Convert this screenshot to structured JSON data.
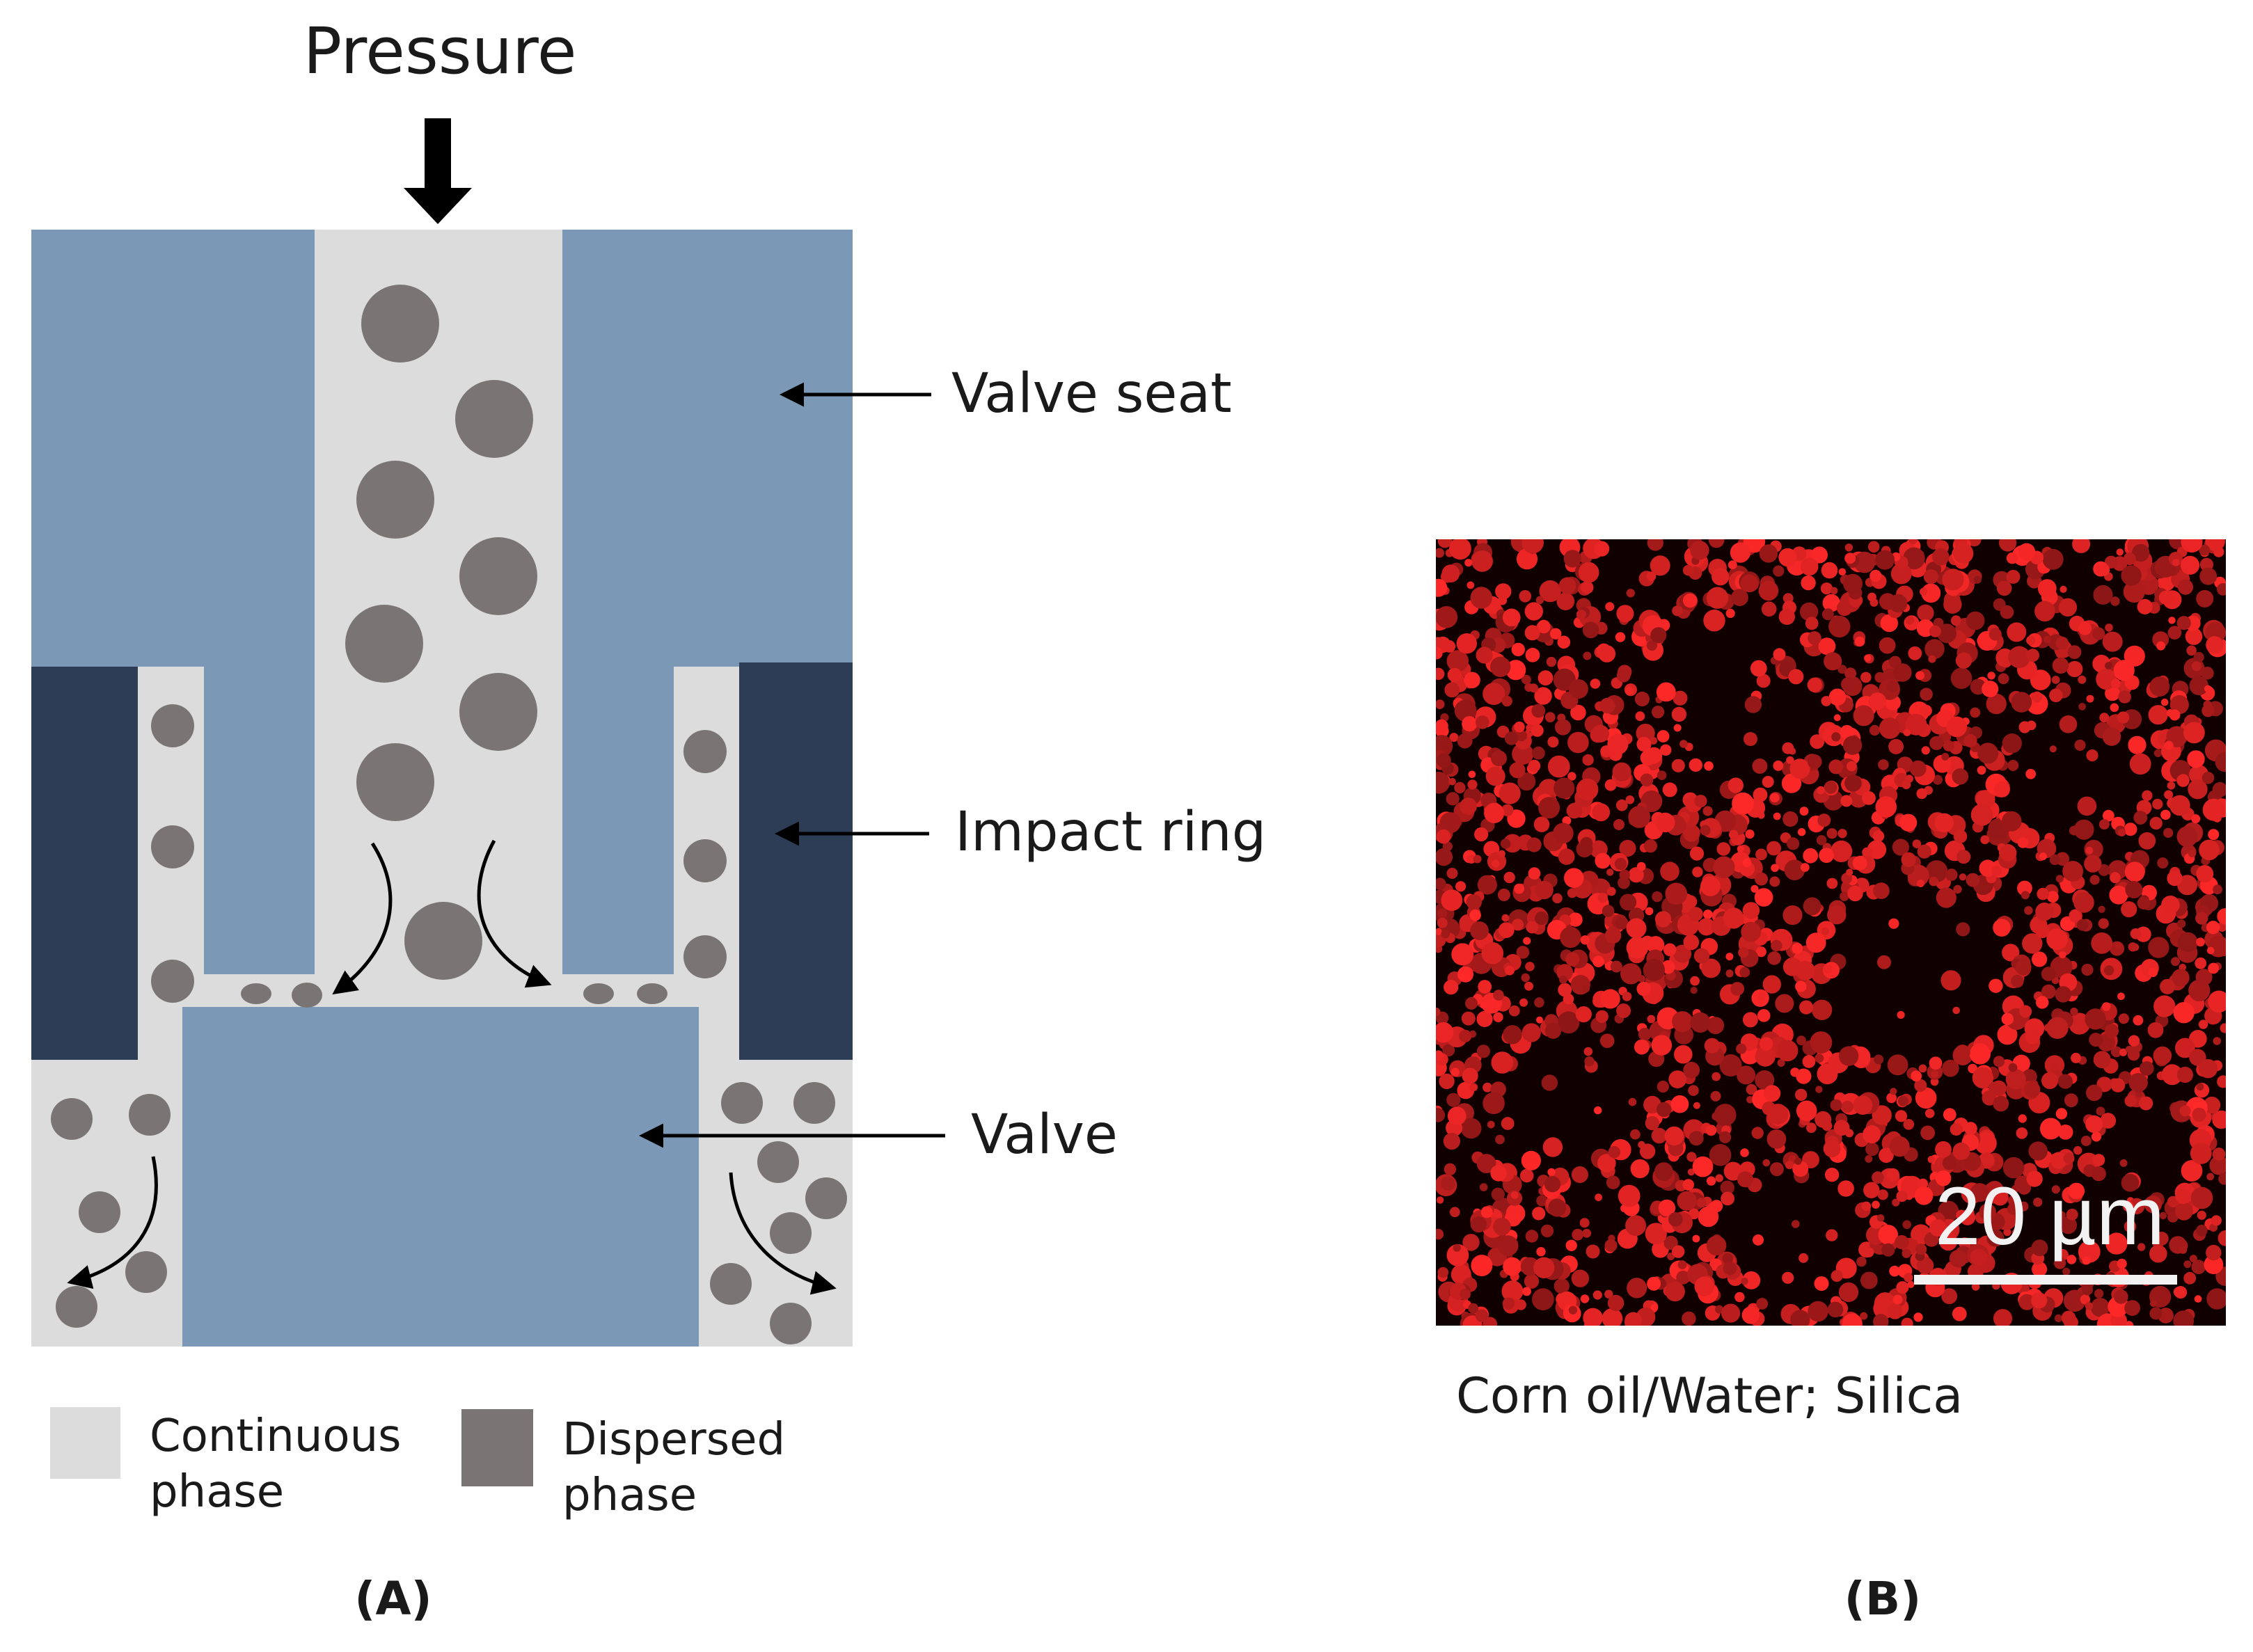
{
  "panel_a": {
    "pressure_label": "Pressure",
    "callouts": {
      "valve_seat": "Valve seat",
      "impact_ring": "Impact ring",
      "valve": "Valve"
    },
    "legend": {
      "continuous_line1": "Continuous",
      "continuous_line2": "phase",
      "dispersed_line1": "Dispersed",
      "dispersed_line2": "phase"
    },
    "panel_label": "(A)"
  },
  "panel_b": {
    "scale_bar_label": "20 µm",
    "caption": "Corn oil/Water; Silica",
    "panel_label": "(B)"
  },
  "colors": {
    "valve_seat": "#7b99b7",
    "impact_ring": "#2c3d55",
    "valve": "#7b99b7",
    "continuous_phase": "#dcdcdc",
    "dispersed_phase": "#7a7574",
    "micrograph_background": "#100000",
    "micrograph_particles": "#ff2a2a",
    "arrow": "#000000"
  },
  "icons": {
    "pressure_arrow": "thick-down-arrow-icon",
    "flow_arrows": "curved-arrow-icon"
  }
}
